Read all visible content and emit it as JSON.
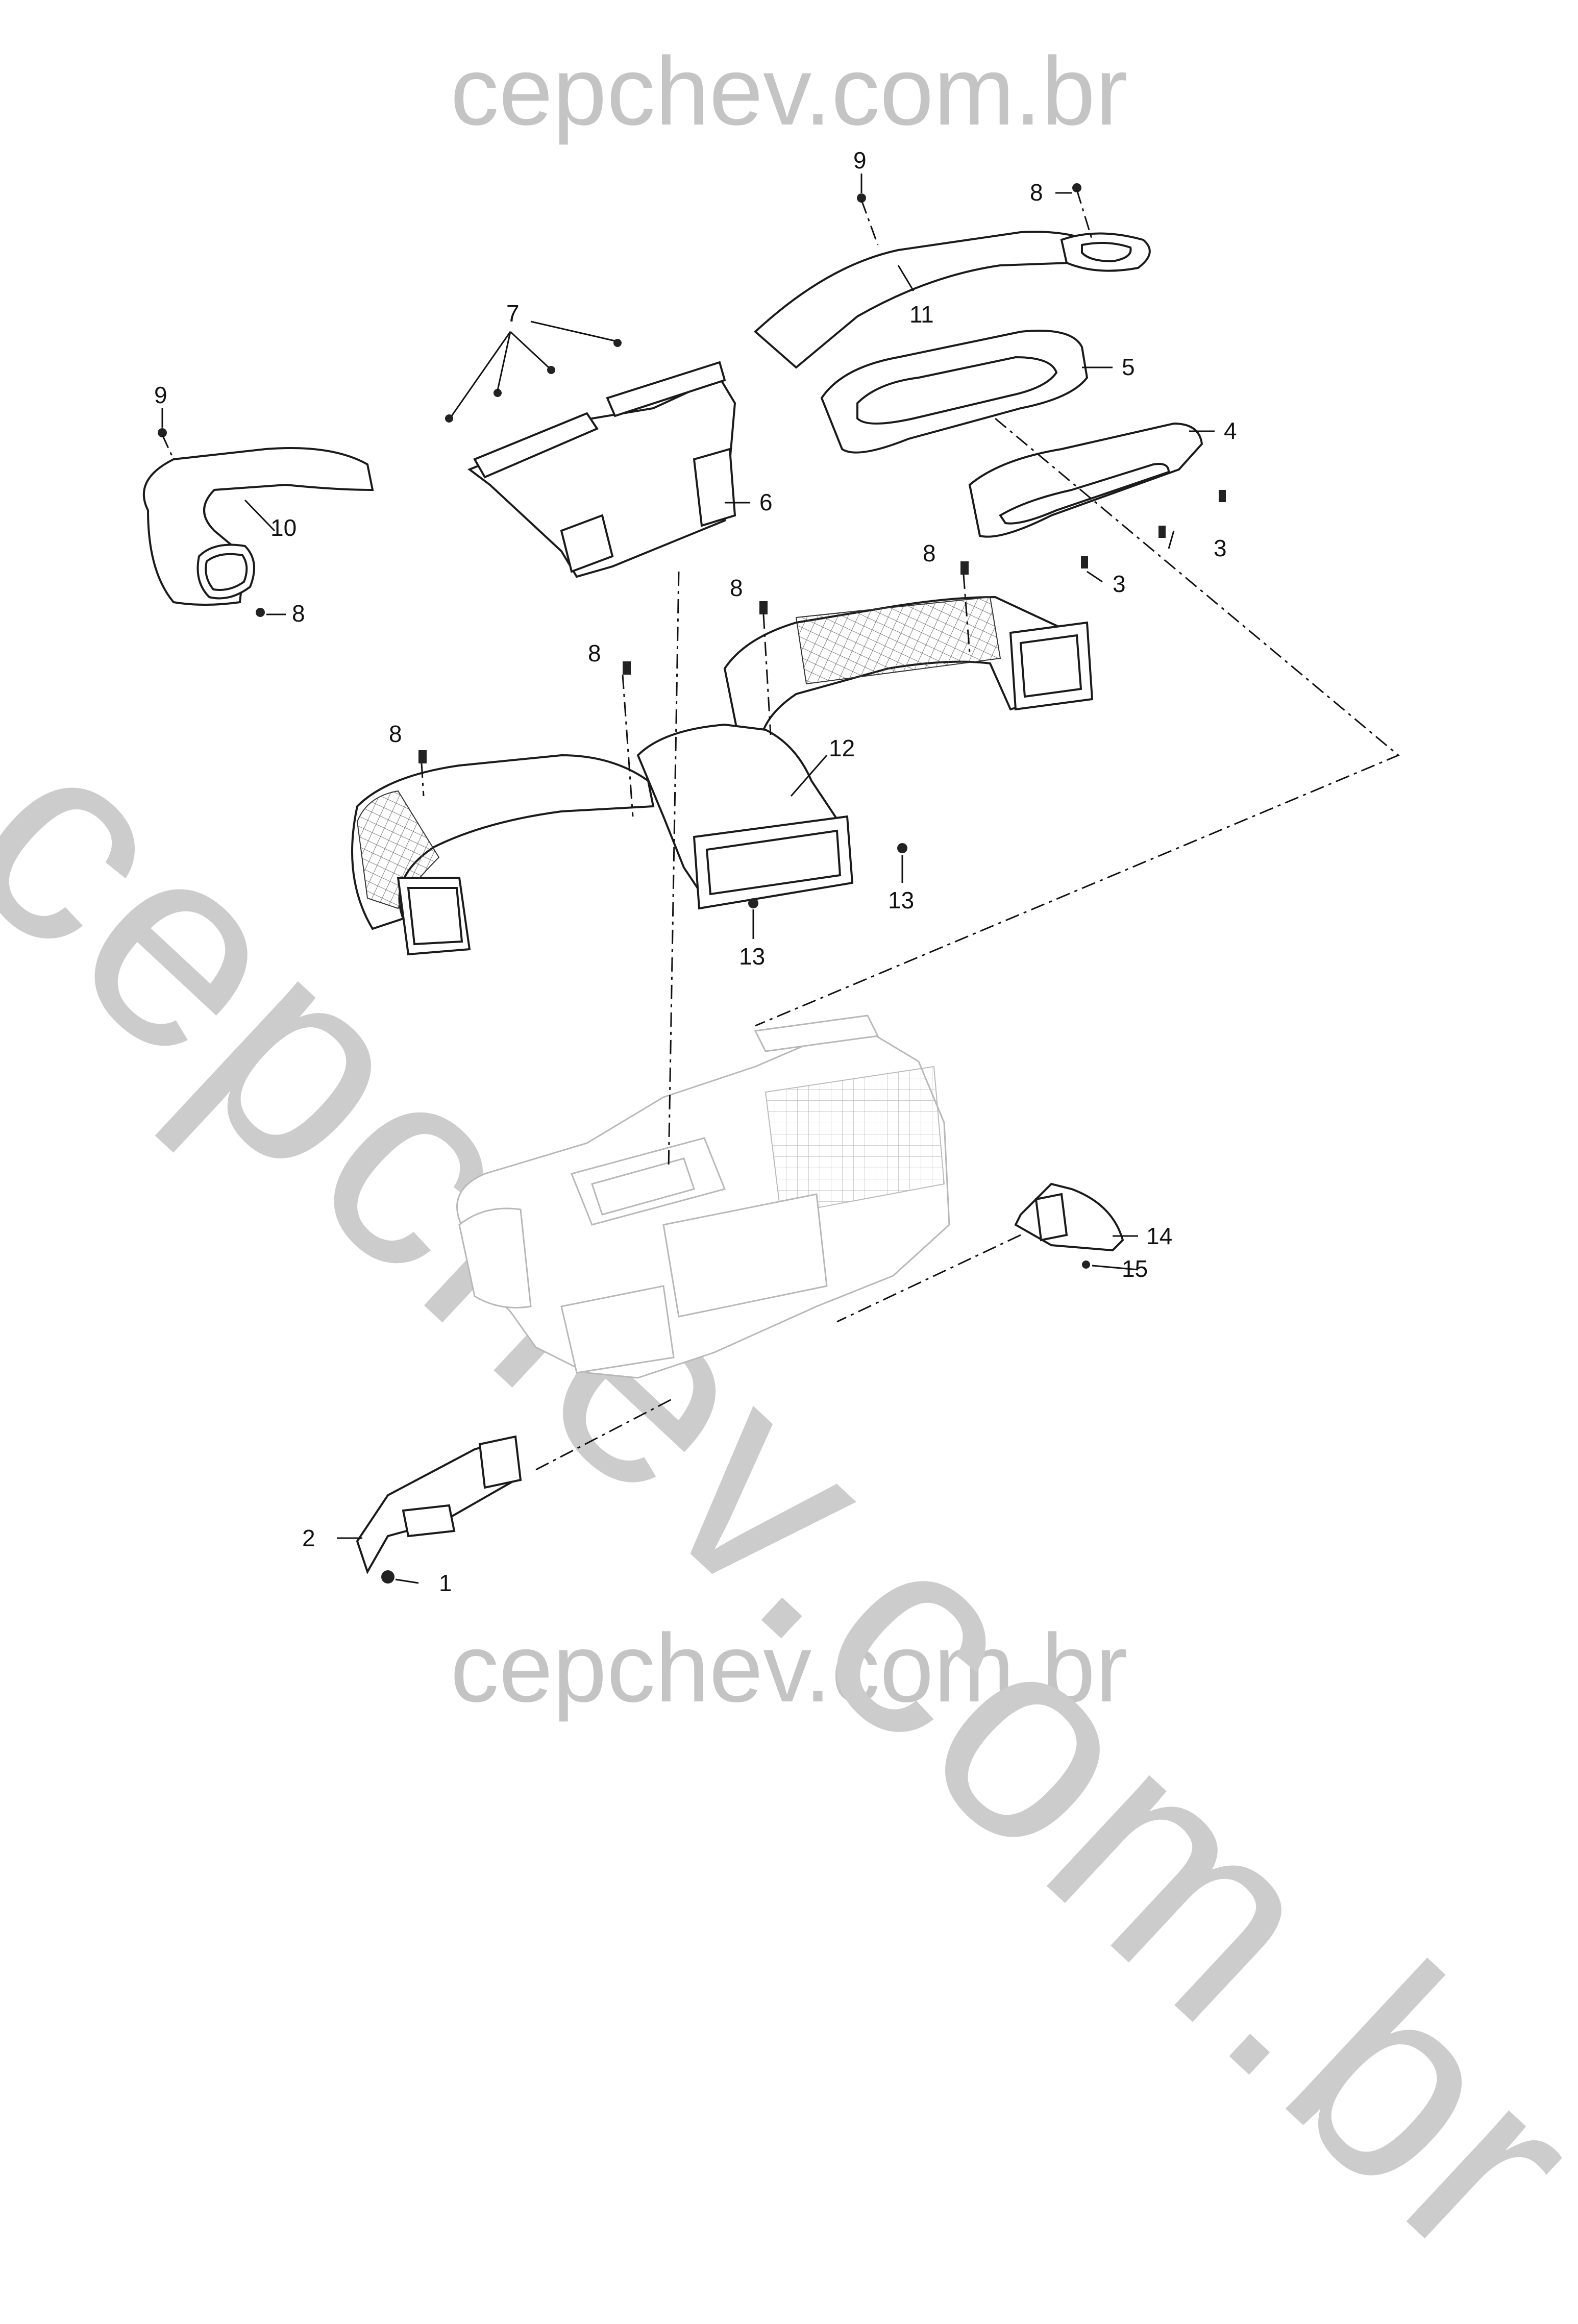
{
  "watermark": {
    "top": "cepchev.com.br",
    "bottom": "cepchev.com.br",
    "diagonal": "cepchev.com.br"
  },
  "callouts": {
    "c1": "1",
    "c2": "2",
    "c3a": "3",
    "c3b": "3",
    "c4": "4",
    "c5": "5",
    "c6": "6",
    "c7": "7",
    "c8a": "8",
    "c8b": "8",
    "c8c": "8",
    "c8d": "8",
    "c8e": "8",
    "c8f": "8",
    "c9a": "9",
    "c9b": "9",
    "c10": "10",
    "c11": "11",
    "c12": "12",
    "c13a": "13",
    "c13b": "13",
    "c14": "14",
    "c15": "15"
  }
}
